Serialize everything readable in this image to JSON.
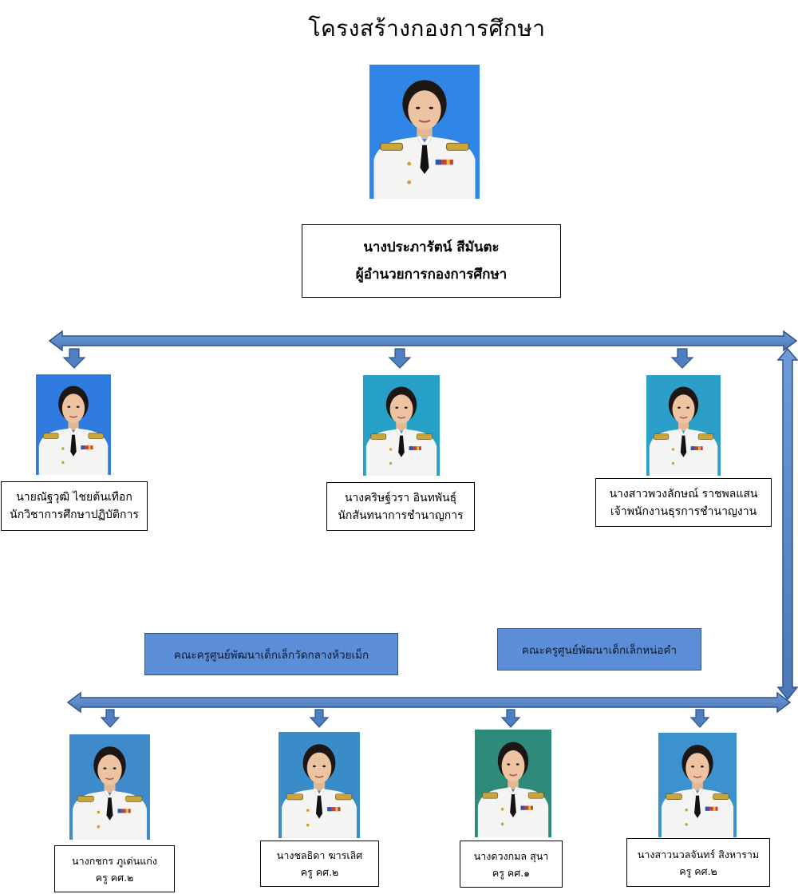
{
  "page_title": "โครงสร้างกองการศึกษา",
  "director": {
    "name": "นางประภารัตน์ สีมันตะ",
    "position": "ผู้อำนวยการกองการศึกษา"
  },
  "staff": [
    {
      "name": "นายณัฐวุฒิ ไชยต้นเทือก",
      "position": "นักวิชาการศึกษาปฏิบัติการ",
      "bg": "#2f7be0"
    },
    {
      "name": "นางคริษฐ์วรา  อินทพันธุ์",
      "position": "นักสันทนาการชำนาญการ",
      "bg": "#27a0c8"
    },
    {
      "name": "นางสาวพวงลักษณ์ ราชพลแสน",
      "position": "เจ้าพนักงานธุรการชำนาญงาน",
      "bg": "#2c9fc9"
    }
  ],
  "units": [
    {
      "label": "คณะครูศูนย์พัฒนาเด็กเล็กวัดกลางห้วยเม็ก"
    },
    {
      "label": "คณะครูศูนย์พัฒนาเด็กเล็กหน่อคำ"
    }
  ],
  "teachers": [
    {
      "name": "นางกชกร ภูเด่นแก่ง",
      "position": "ครู คศ.๒",
      "bg": "#3f8ac8"
    },
    {
      "name": "นางชลธิดา ฆารเลิศ",
      "position": "ครู คศ.๒",
      "bg": "#3a8cc9"
    },
    {
      "name": "นางดวงกมล สุนา",
      "position": "ครู คศ.๑",
      "bg": "#2e8a7a"
    },
    {
      "name": "นางสาวนวลจันทร์ สิงหาราม",
      "position": "ครู คศ.๒",
      "bg": "#3b92cf"
    }
  ],
  "colors": {
    "arrow_fill": "#4f7fbf",
    "arrow_stroke": "#2f528f",
    "unit_fill": "#5b8ed6",
    "director_photo_bg": "#2f86e6",
    "uniform": "#f4f4f2"
  }
}
